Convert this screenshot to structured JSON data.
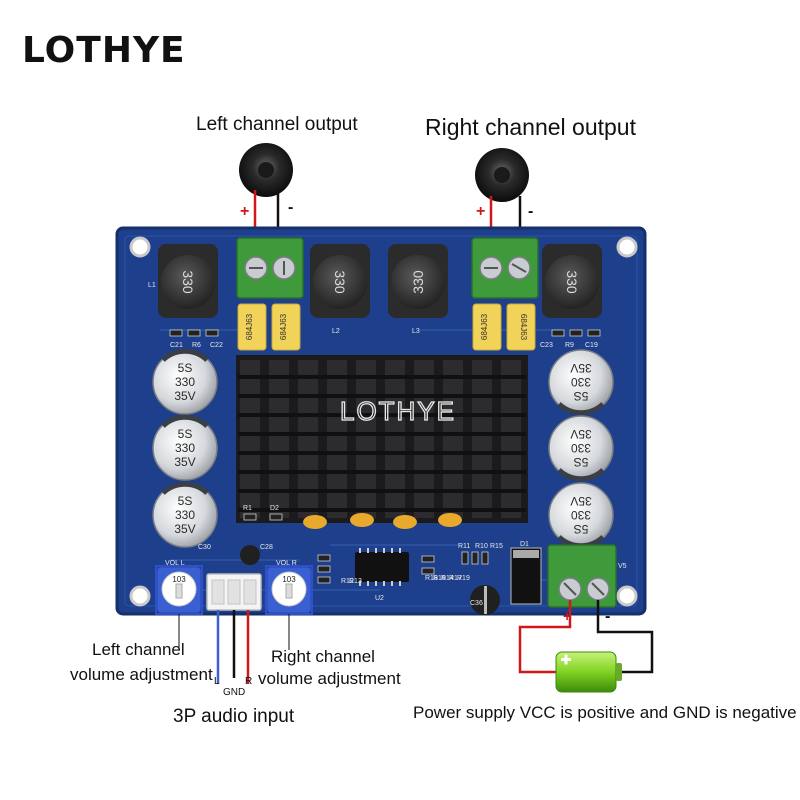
{
  "brand": "LOTHYE",
  "watermark": "LOTHYE",
  "labels": {
    "left_output": "Left channel output",
    "right_output": "Right channel output",
    "left_volume_line1": "Left channel",
    "left_volume_line2": "volume adjustment",
    "right_volume_line1": "Right channel",
    "right_volume_line2": "volume adjustment",
    "audio_input": "3P audio input",
    "power_supply": "Power supply VCC is positive and GND is negative",
    "pin_l": "L",
    "pin_gnd": "GND",
    "pin_r": "R"
  },
  "polarity": {
    "plus": "+",
    "minus": "-"
  },
  "inductor_marking": "330",
  "film_cap_marking": "684J63",
  "elcap_lines": [
    "5S",
    "330",
    "35V"
  ],
  "pot_marking": "103",
  "silkscreen": [
    "L1",
    "L2",
    "L3",
    "C21",
    "R6",
    "C22",
    "C23",
    "R9",
    "C19",
    "R1",
    "D2",
    "C30",
    "C28",
    "VOL L",
    "VOL R",
    "U2",
    "R11",
    "R10",
    "R15",
    "D1",
    "V5",
    "C36",
    "R12",
    "R13",
    "R18",
    "R16",
    "R14",
    "R17",
    "R19"
  ],
  "colors": {
    "pcb": "#1d3f8c",
    "pcb_edge": "#152f6a",
    "heatsink": "#1b1b1d",
    "terminal": "#3f9a3c",
    "film_cap": "#f1d35a",
    "wire_red": "#d0181b",
    "wire_black": "#111111",
    "wire_blue": "#3a5fd0",
    "battery": "#7ed321"
  }
}
